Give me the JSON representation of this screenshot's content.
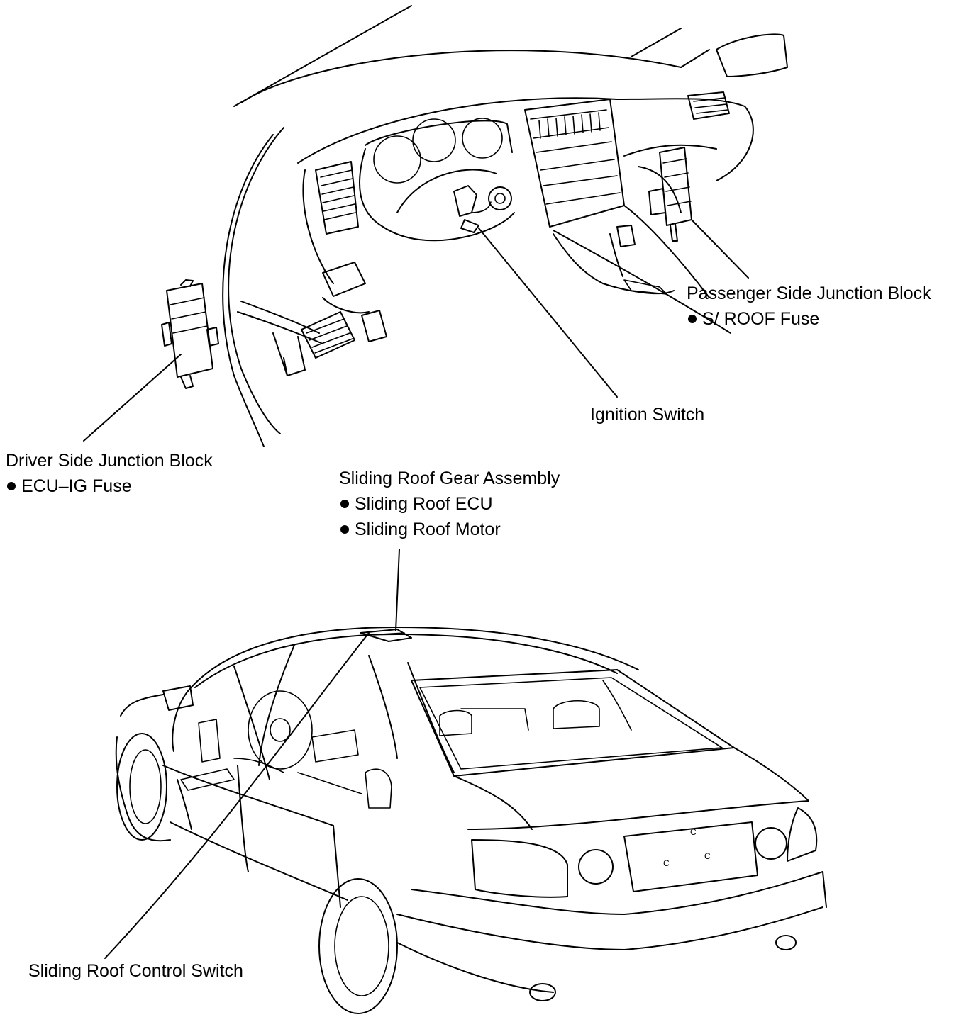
{
  "labels": {
    "passenger_jb": {
      "title": "Passenger Side Junction Block",
      "items": [
        "S/ ROOF Fuse"
      ]
    },
    "ignition": {
      "title": "Ignition Switch"
    },
    "driver_jb": {
      "title": "Driver Side Junction Block",
      "items": [
        "ECU–IG Fuse"
      ]
    },
    "gear_assembly": {
      "title": "Sliding Roof Gear Assembly",
      "items": [
        "Sliding Roof ECU",
        "Sliding Roof Motor"
      ]
    },
    "control_switch": {
      "title": "Sliding Roof Control Switch"
    }
  },
  "colors": {
    "ink": "#000000",
    "paper": "#ffffff"
  }
}
